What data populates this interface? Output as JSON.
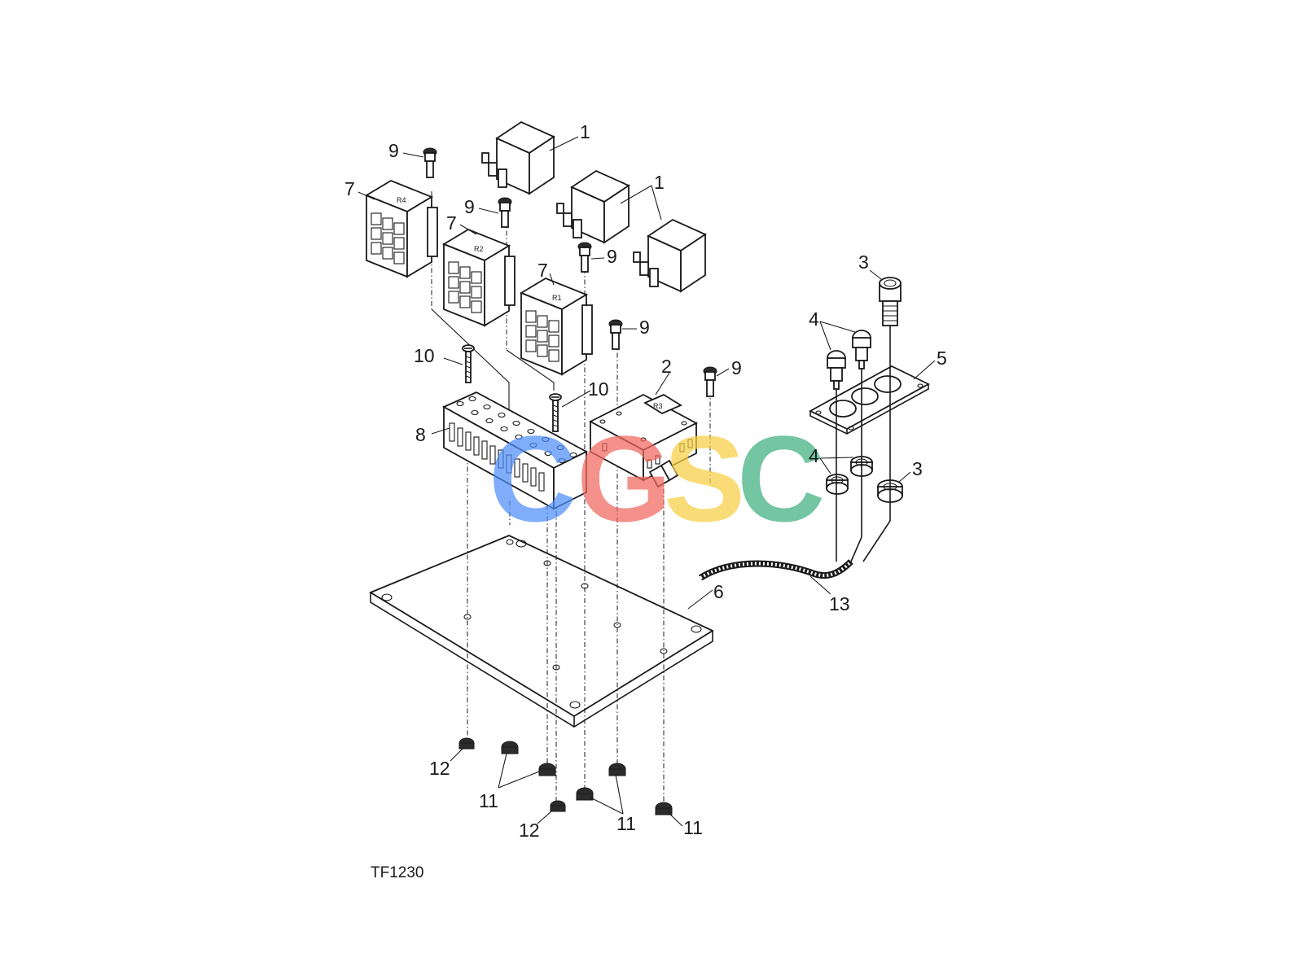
{
  "figure_id": "TF1230",
  "watermark": {
    "letters": [
      "C",
      "G",
      "S",
      "C"
    ],
    "colors": [
      "#4f8ef7",
      "#f0675f",
      "#f7cf45",
      "#3fb07e"
    ]
  },
  "relay_labels": {
    "r4": "R4",
    "r2": "R2",
    "r1": "R1",
    "r3": "R3"
  },
  "callouts": {
    "c1a": "1",
    "c1b": "1",
    "c2": "2",
    "c3a": "3",
    "c3b": "3",
    "c4a": "4",
    "c4b": "4",
    "c5": "5",
    "c6": "6",
    "c7a": "7",
    "c7b": "7",
    "c7c": "7",
    "c8": "8",
    "c9a": "9",
    "c9b": "9",
    "c9c": "9",
    "c9d": "9",
    "c9e": "9",
    "c10a": "10",
    "c10b": "10",
    "c11a": "11",
    "c11b": "11",
    "c11c": "11",
    "c12a": "12",
    "c12b": "12",
    "c13": "13"
  }
}
